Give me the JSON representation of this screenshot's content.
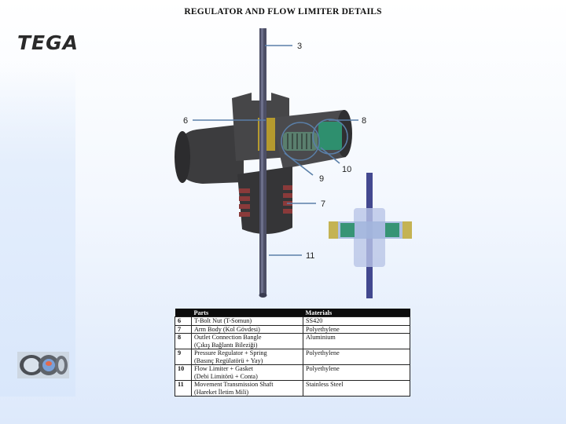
{
  "header": {
    "title": "REGULATOR AND FLOW LIMITER DETAILS"
  },
  "brand": {
    "logo_text": "TEGA"
  },
  "callouts": [
    {
      "id": "c3",
      "label": "3"
    },
    {
      "id": "c6",
      "label": "6"
    },
    {
      "id": "c8",
      "label": "8"
    },
    {
      "id": "c9",
      "label": "9"
    },
    {
      "id": "c10",
      "label": "10"
    },
    {
      "id": "c7",
      "label": "7"
    },
    {
      "id": "c11",
      "label": "11"
    }
  ],
  "table": {
    "headers": [
      "",
      "Parts",
      "Materials"
    ],
    "rows": [
      {
        "no": "6",
        "part": "T-Bolt Nut (T-Somun)",
        "part2": "",
        "material": "SS420"
      },
      {
        "no": "7",
        "part": "Arm Body (Kol Gövdesi)",
        "part2": "",
        "material": "Polyethylene"
      },
      {
        "no": "8",
        "part": "Outlet Connection Bangle",
        "part2": "(Çıkış Bağlantı Bileziği)",
        "material": "Aluminium"
      },
      {
        "no": "9",
        "part": "Pressure Regulator + Spring",
        "part2": "(Basınç Regülatörü + Yay)",
        "material": "Polyethylene"
      },
      {
        "no": "10",
        "part": "Flow Limiter +  Gasket",
        "part2": "(Debi Limitörü + Conta)",
        "material": "Polyethylene"
      },
      {
        "no": "11",
        "part": "Movement Transmission Shaft",
        "part2": "(Hareket İletim Mili)",
        "material": "Stainless Steel"
      }
    ]
  },
  "colors": {
    "accent_line": "#5a7fa8",
    "body_dark": "#3a3a3c",
    "thread_red": "#8a3a3a",
    "highlight_green": "#2e8f6e"
  }
}
